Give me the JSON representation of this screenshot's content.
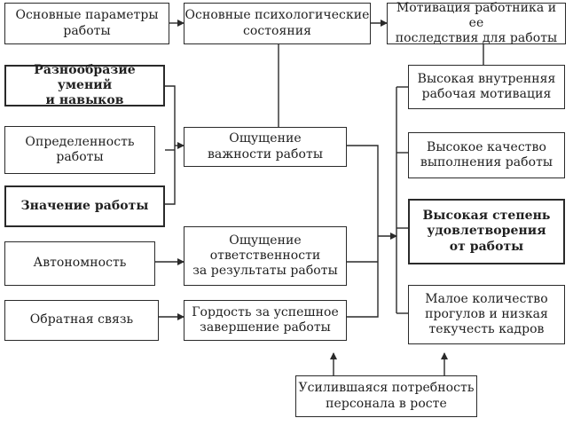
{
  "colors": {
    "ink": "#2a2a2a",
    "background": "#ffffff"
  },
  "headers": {
    "parameters": "Основные параметры\nработы",
    "psychological_states": "Основные психологические\nсостояния",
    "motivation_results": "Мотивация работника и ее\nпоследствия для работы"
  },
  "parameters": [
    "Разнообразие умений\nи навыков",
    "Определенность\nработы",
    "Значение работы",
    "Автономность",
    "Обратная связь"
  ],
  "states": [
    "Ощущение\nважности работы",
    "Ощущение\nответственности\nза результаты работы",
    "Гордость за успешное\nзавершение работы"
  ],
  "outcomes": [
    "Высокая внутренняя\nрабочая мотивация",
    "Высокое качество\nвыполнения работы",
    "Высокая степень\nудовлетворения\nот работы",
    "Малое количество\nпрогулов и низкая\nтекучесть кадров"
  ],
  "moderator": "Усилившаяся потребность\nперсонала в росте"
}
